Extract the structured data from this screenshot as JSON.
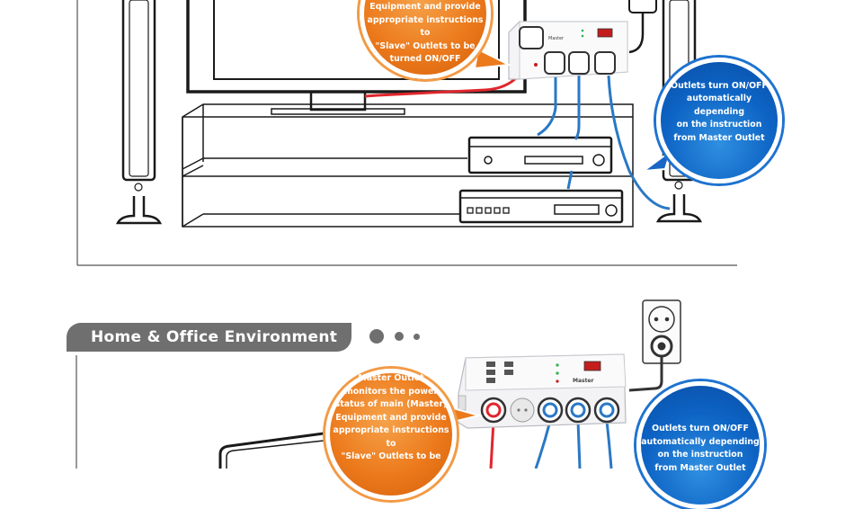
{
  "section_title": "Home & Office Environment",
  "top_scene": {
    "master_bubble_text": "status of main (Master)\nEquipment and provide\nappropriate instructions to\n\"Slave\" Outlets to be\nturned ON/OFF",
    "slave_bubble_text": "Outlets turn ON/OFF\nautomatically depending\non the instruction\nfrom Master Outlet",
    "strip_brand": "Master"
  },
  "bottom_scene": {
    "master_bubble_text": "Master Outlet\nmonitors the power\nstatus of main (Master)\nEquipment and provide\nappropriate instructions to\n\"Slave\" Outlets to be",
    "slave_bubble_text": "Outlets turn ON/OFF\nautomatically depending\non the instruction\nfrom Master Outlet",
    "strip_brand": "Master"
  },
  "colors": {
    "orange_bubble": "#ec7a1c",
    "blue_bubble": "#0d63c4",
    "master_cable": "#e0262d",
    "slave_cable": "#2a78c4",
    "title_bar": "#6f6f6f"
  }
}
